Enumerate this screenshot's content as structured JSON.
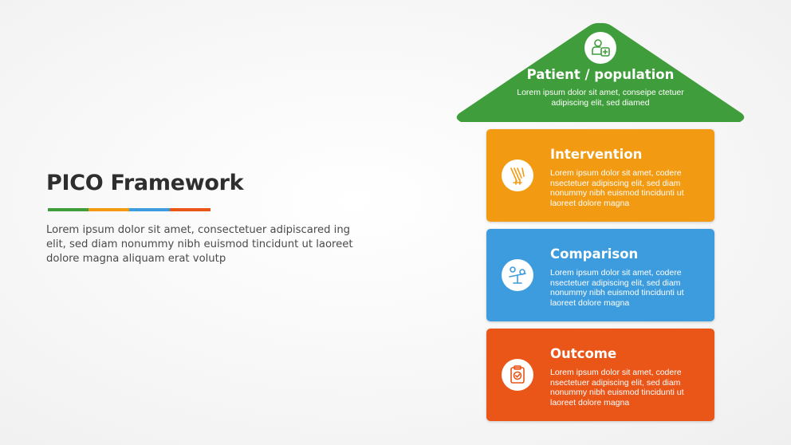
{
  "title": "PICO Framework",
  "description": "Lorem ipsum dolor sit amet, consectetuer adipiscared ing elit, sed diam nonummy nibh euismod tincidunt ut laoreet dolore magna aliquam erat volutp",
  "colors": {
    "green": "#3f9e3b",
    "orange": "#f29a12",
    "blue": "#3d9cde",
    "red": "#ea5518",
    "title_text": "#2e2e2e"
  },
  "roof": {
    "title": "Patient / population",
    "text": "Lorem ipsum dolor sit amet, conseipe ctetuer adipiscing elit, sed diamed",
    "icon": "patient-plus-icon"
  },
  "cards": [
    {
      "title": "Intervention",
      "text": "Lorem ipsum dolor sit amet, codere nsectetuer adipiscing elit, sed diam nonummy nibh euismod tincidunti ut laoreet dolore magna",
      "icon": "intervention-tools-icon"
    },
    {
      "title": "Comparison",
      "text": "Lorem ipsum dolor sit amet, codere nsectetuer adipiscing elit, sed diam nonummy nibh euismod tincidunti ut laoreet dolore magna",
      "icon": "balance-scale-icon"
    },
    {
      "title": "Outcome",
      "text": "Lorem ipsum dolor sit amet, codere nsectetuer adipiscing elit, sed diam nonummy nibh euismod tincidunti ut laoreet dolore magna",
      "icon": "clipboard-check-icon"
    }
  ]
}
